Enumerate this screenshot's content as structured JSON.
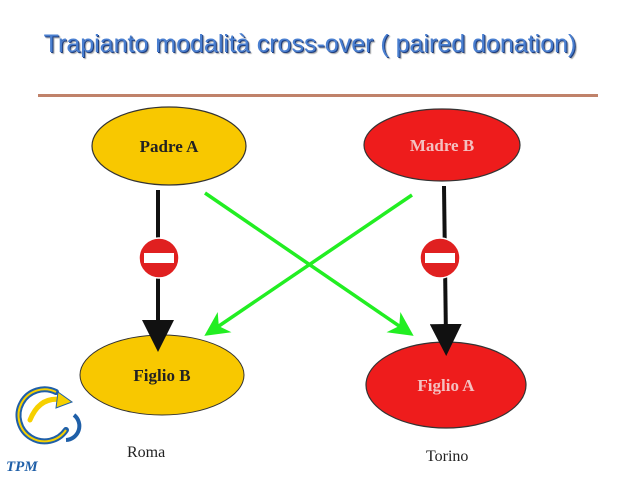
{
  "slide": {
    "title": "Trapianto modalità cross-over ( paired donation)"
  },
  "nodes": {
    "padre_a": {
      "label": "Padre  A",
      "color": "#f8c800"
    },
    "madre_b": {
      "label": "Madre  B",
      "color": "#ee1c1c"
    },
    "figlio_b": {
      "label": "Figlio   B",
      "color": "#f8c800"
    },
    "figlio_a": {
      "label": "Figlio  A",
      "color": "#ee1c1c"
    }
  },
  "cities": {
    "left": "Roma",
    "right": "Torino"
  },
  "logo": {
    "text": "TPM",
    "color": "#1f5fa8"
  },
  "colors": {
    "title": "#4a7fd0",
    "rule": "#c0826a",
    "cross_arrow": "#22ee22",
    "blocked_arrow": "#111111",
    "no_entry": "#e02020"
  }
}
